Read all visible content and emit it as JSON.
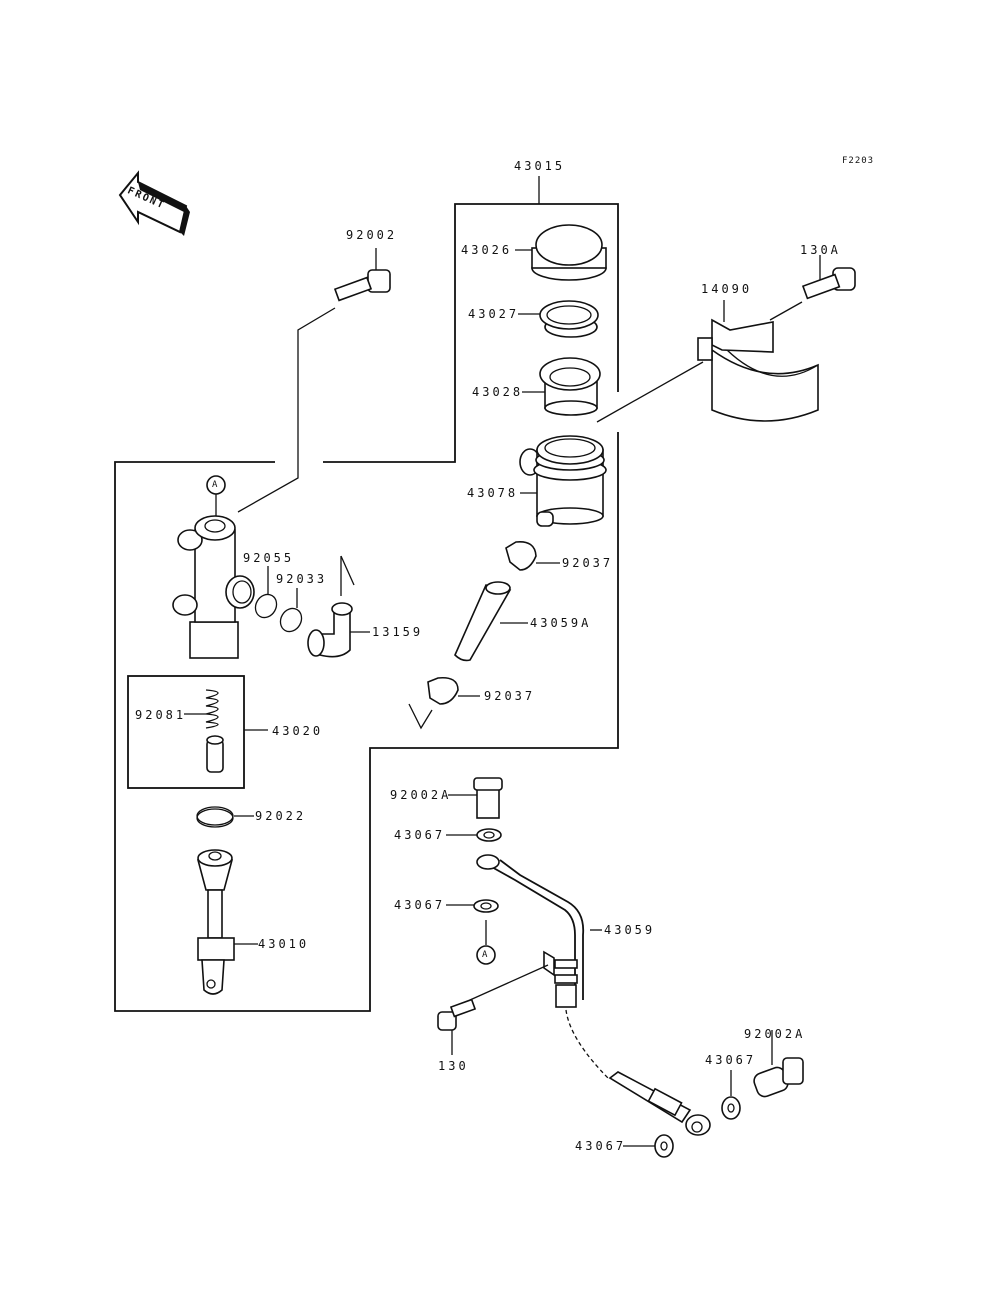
{
  "diagram": {
    "figure_ref": "F2203",
    "front_label": "FRONT",
    "callout_marker": "A",
    "parts": {
      "p92002": "92002",
      "p43015": "43015",
      "p43026": "43026",
      "p43027": "43027",
      "p43028": "43028",
      "p43078": "43078",
      "p14090": "14090",
      "p130A": "130A",
      "p92037_top": "92037",
      "p43059A": "43059A",
      "p92037_bottom": "92037",
      "p92055": "92055",
      "p92033": "92033",
      "p13159": "13159",
      "p92081": "92081",
      "p43020": "43020",
      "p92022": "92022",
      "p43010": "43010",
      "p92002A_top": "92002A",
      "p43067_a": "43067",
      "p43067_b": "43067",
      "p43059": "43059",
      "p130": "130",
      "p92002A_bottom": "92002A",
      "p43067_c": "43067",
      "p43067_d": "43067"
    }
  }
}
